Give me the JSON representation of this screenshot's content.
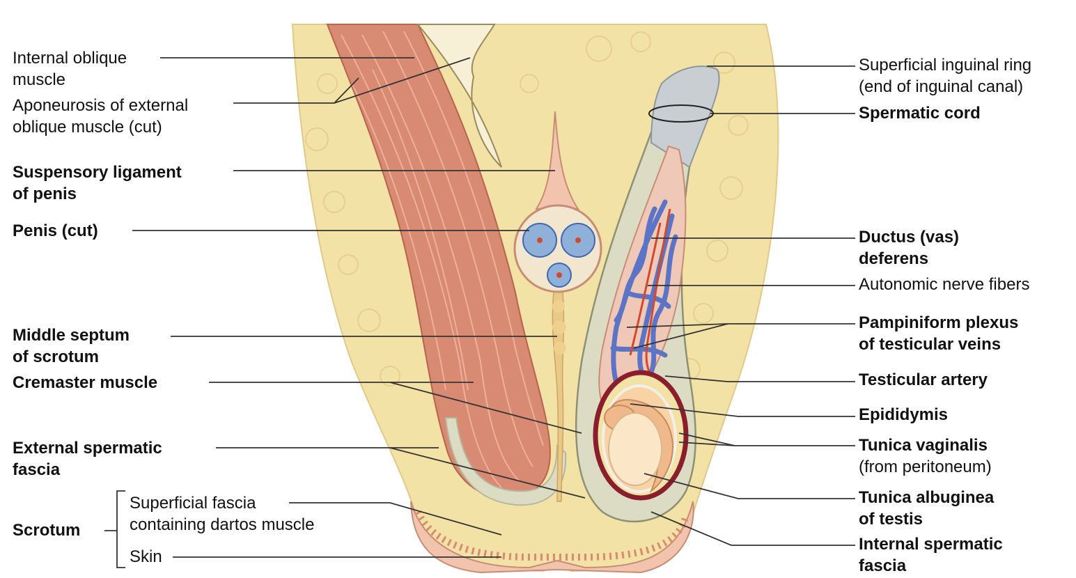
{
  "colors": {
    "fat": "#f3e2a6",
    "fat_dark": "#e7cf86",
    "muscle": "#d98a72",
    "muscle_light": "#efb5a0",
    "skin": "#f2c4ad",
    "fascia": "#dcdcc5",
    "cord": "#c9ced3",
    "vein": "#5b74c5",
    "artery": "#d14a2d",
    "testis": "#f7d3a6",
    "tunica": "#8a1f2b",
    "leader": "#333333"
  },
  "labels": {
    "internal_oblique": [
      "Internal oblique",
      "muscle"
    ],
    "aponeurosis": [
      "Aponeurosis of external",
      "oblique muscle (cut)"
    ],
    "suspensory": [
      "Suspensory ligament",
      "of penis"
    ],
    "penis": [
      "Penis (cut)"
    ],
    "middle_septum": [
      "Middle septum",
      "of scrotum"
    ],
    "cremaster": [
      "Cremaster muscle"
    ],
    "external_fascia": [
      "External spermatic",
      "fascia"
    ],
    "scrotum": [
      "Scrotum"
    ],
    "superficial_fascia": [
      "Superficial fascia",
      "containing dartos muscle"
    ],
    "skin": [
      "Skin"
    ],
    "inguinal_ring": [
      "Superficial inguinal ring",
      "(end of inguinal canal)"
    ],
    "spermatic_cord": [
      "Spermatic cord"
    ],
    "ductus": [
      "Ductus (vas)",
      "deferens"
    ],
    "nerve_fibers": [
      "Autonomic nerve fibers"
    ],
    "pampiniform": [
      "Pampiniform plexus",
      "of testicular veins"
    ],
    "testicular_artery": [
      "Testicular artery"
    ],
    "epididymis": [
      "Epididymis"
    ],
    "tunica_vaginalis": [
      "Tunica vaginalis",
      "(from peritoneum)"
    ],
    "tunica_albuginea": [
      "Tunica albuginea",
      "of testis"
    ],
    "internal_fascia": [
      "Internal spermatic",
      "fascia"
    ]
  }
}
